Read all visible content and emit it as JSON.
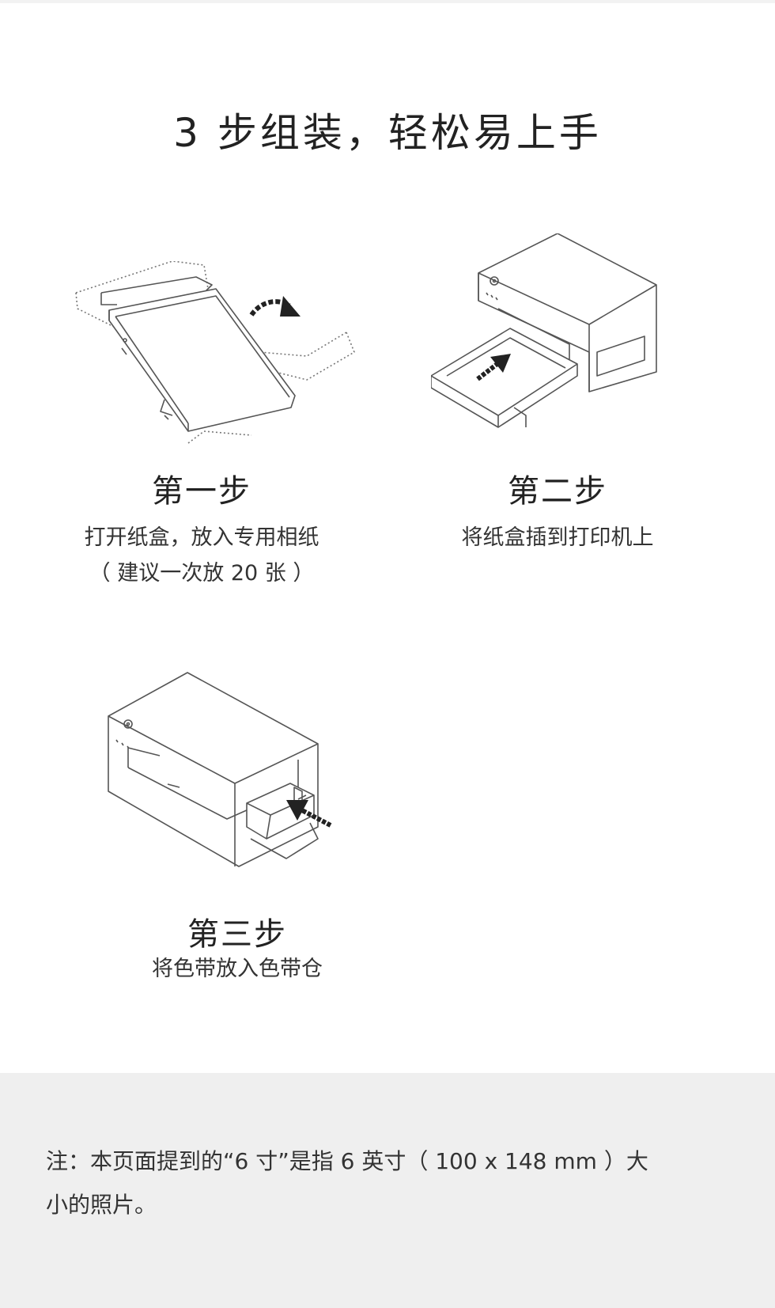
{
  "title": "3 步组装，轻松易上手",
  "steps": [
    {
      "heading": "第一步",
      "desc_line1": "打开纸盒，放入专用相纸",
      "desc_line2": "（ 建议一次放 20 张 ）"
    },
    {
      "heading": "第二步",
      "desc_line1": "将纸盒插到打印机上"
    },
    {
      "heading": "第三步",
      "desc_line1": "将色带放入色带仓"
    }
  ],
  "note": {
    "line1": "注：本页面提到的“6 寸”是指 6 英寸（ 100 x 148 mm ）大",
    "line2": "小的照片。"
  },
  "colors": {
    "panel": "#efefef",
    "line": "#555555",
    "arrow": "#222222"
  },
  "icons": [
    "printer-illustration",
    "paper-tray-illustration",
    "ribbon-cartridge-illustration",
    "curved-arrow-icon",
    "push-arrow-icon"
  ]
}
